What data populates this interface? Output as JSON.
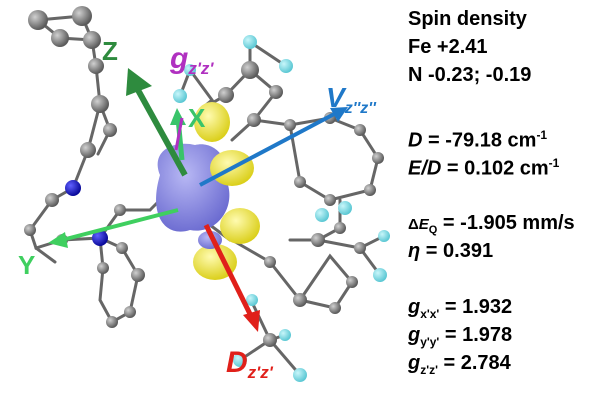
{
  "colors": {
    "z_axis": "#2e8b3e",
    "x_axis": "#39c46a",
    "y_axis": "#3fcf5f",
    "g_axis": "#b030c0",
    "v_axis": "#1f78c8",
    "d_axis": "#e0201a",
    "spin_density": "#8787e0",
    "lobes": "#f2ea3a",
    "carbon": "#7a7a7a",
    "nitrogen": "#1414c8",
    "fluorine": "#6fd8e0"
  },
  "labels": {
    "z": "Z",
    "x": "X",
    "y": "Y",
    "g_main": "g",
    "g_sub": "z'z'",
    "v_main": "V",
    "v_sub": "z''z''",
    "d_main": "D",
    "d_sub": "z'z'"
  },
  "panel": {
    "title": "Spin density",
    "fe_line": "Fe +2.41",
    "n_line": "N -0.23; -0.19",
    "d_symbol": "D",
    "d_value": "= -79.18 cm",
    "d_exp": "-1",
    "ed_symbol": "E/D",
    "ed_value": "= 0.102 cm",
    "ed_exp": "-1",
    "eq_delta": "Δ",
    "eq_symbol": "E",
    "eq_sub": "Q",
    "eq_value": "= -1.905 mm/s",
    "eta_symbol": "η",
    "eta_value": "= 0.391",
    "gx_sym": "g",
    "gx_sub": "x'x'",
    "gx_value": "= 1.932",
    "gy_sym": "g",
    "gy_sub": "y'y'",
    "gy_value": "= 1.978",
    "gz_sym": "g",
    "gz_sub": "z'z'",
    "gz_value": "= 2.784"
  }
}
